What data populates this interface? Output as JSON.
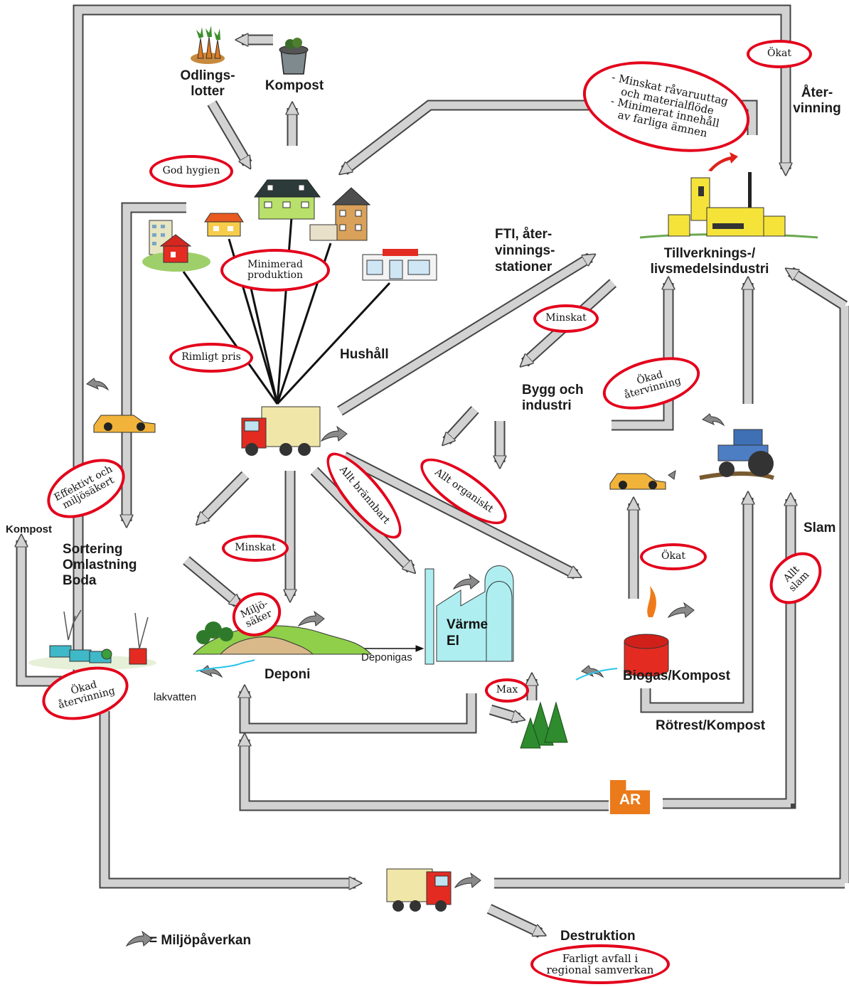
{
  "labels": {
    "odlingslotter": "Odlings-\nlotter",
    "kompost_top": "Kompost",
    "atervinning": "Åter-\nvinning",
    "tillverkning": "Tillverknings-/\nlivsmedelsindustri",
    "fti": "FTI, åter-\nvinnings-\nstationer",
    "hushall": "Hushåll",
    "bygg": "Bygg och\nindustri",
    "kompost_left": "Kompost",
    "sortering": "Sortering\nOmlastning\nBoda",
    "deponi": "Deponi",
    "deponigas": "Deponigas",
    "lakvatten": "lakvatten",
    "varme_el": "Värme\nEl",
    "biogas": "Biogas/Kompost",
    "rotrest": "Rötrest/Kompost",
    "slam": "Slam",
    "ar": "AR",
    "destruktion": "Destruktion",
    "legend": "= Miljöpåverkan"
  },
  "ellipses": {
    "okat_top": "Ökat",
    "minskat_ravaror": "- Minskat råvaruuttag\noch materialflöde\n- Minimerat innehåll\nav farliga ämnen",
    "god_hygien": "God hygien",
    "minimerad": "Minimerad\nproduktion",
    "rimligt_pris": "Rimligt pris",
    "minskat_fti": "Minskat",
    "okad_atervinning_right": "Ökad\nåtervinning",
    "effektivt": "Effektivt och\nmiljösäkert",
    "minskat_deponi": "Minskat",
    "miljosaker": "Miljö-\nsäker",
    "allt_brannbart": "Allt brännbart",
    "allt_organiskt": "Allt organiskt",
    "okat_biogas": "Ökat",
    "allt_slam": "Allt\nslam",
    "okad_atervinning_left": "Ökad\nåtervinning",
    "max": "Max",
    "farligt_avfall": "Farligt avfall i\nregional samverkan"
  },
  "colors": {
    "ellipse_outline": "#e3001b",
    "arrow_fill": "#d2d2d2",
    "arrow_stroke": "#444444",
    "ar_box": "#ea7a1a",
    "plant_cyan": "#aeeef0",
    "industry_yellow": "#f5e33a"
  },
  "icons": [
    "carrot-icon",
    "compost-bin-icon",
    "house-icon",
    "apartment-icon",
    "shop-icon",
    "factory-icon",
    "garbage-truck-icon",
    "car-icon",
    "tractor-icon",
    "landfill-icon",
    "power-plant-icon",
    "trees-icon",
    "biogas-tank-icon",
    "sorting-facility-icon",
    "impact-arrow-icon"
  ]
}
